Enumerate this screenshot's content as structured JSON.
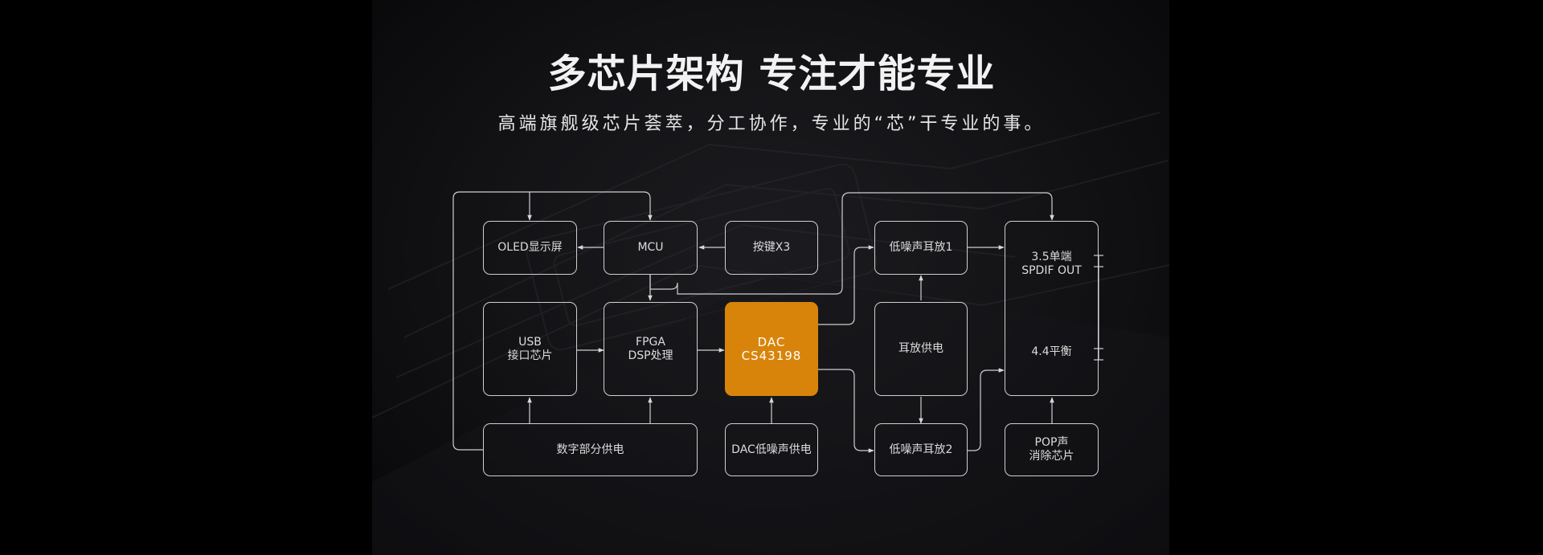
{
  "title": "多芯片架构 专注才能专业",
  "subtitle": "高端旗舰级芯片荟萃，分工协作，专业的“芯”干专业的事。",
  "colors": {
    "background": "#000000",
    "line": "#d0d0d0",
    "highlight": "#d8840b",
    "text": "#dcdcdc"
  },
  "blocks": {
    "oled": [
      "OLED显示屏"
    ],
    "mcu": [
      "MCU"
    ],
    "keys": [
      "按键X3"
    ],
    "amp1": [
      "低噪声耳放1"
    ],
    "out_se": [
      "3.5单端",
      "SPDIF OUT"
    ],
    "usb": [
      "USB",
      "接口芯片"
    ],
    "fpga": [
      "FPGA",
      "DSP处理"
    ],
    "dac": [
      "DAC",
      "CS43198"
    ],
    "amp_power": [
      "耳放供电"
    ],
    "out_bal": [
      "4.4平衡"
    ],
    "digital_power": [
      "数字部分供电"
    ],
    "dac_power": [
      "DAC低噪声供电"
    ],
    "amp2": [
      "低噪声耳放2"
    ],
    "pop": [
      "POP声",
      "消除芯片"
    ]
  }
}
